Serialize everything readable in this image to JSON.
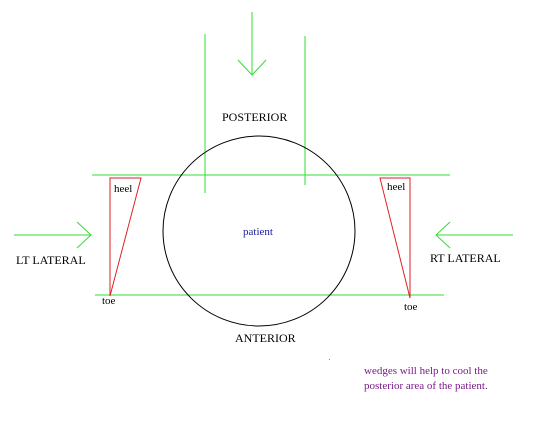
{
  "diagram": {
    "labels": {
      "posterior": "POSTERIOR",
      "anterior": "ANTERIOR",
      "lt_lateral": "LT LATERAL",
      "rt_lateral": "RT LATERAL",
      "patient": "patient",
      "left_heel": "heel",
      "left_toe": "toe",
      "right_heel": "heel",
      "right_toe": "toe"
    },
    "note": {
      "line1": "wedges will help to cool the",
      "line2": "posterior area of the patient."
    },
    "colors": {
      "beam": "#33dd33",
      "wedge": "#dd2222",
      "outline": "#000000",
      "patient_text": "#1a1a99",
      "note_text": "#7a1a8a"
    }
  }
}
